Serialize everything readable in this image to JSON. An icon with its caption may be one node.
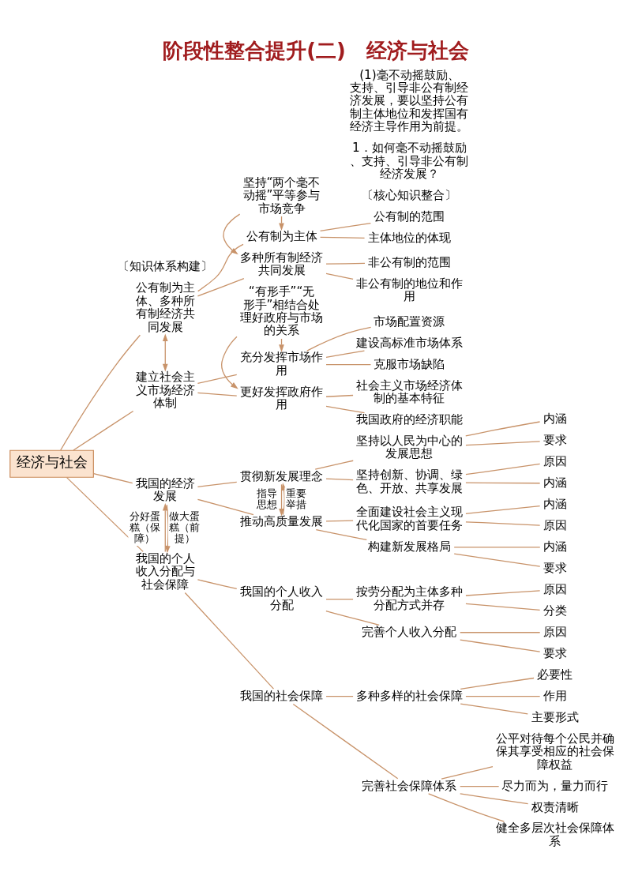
{
  "diagram": {
    "title": "阶段性整合提升(二)　经济与社会",
    "nodes": [
      {
        "text": [
          "经济与社会"
        ]
      },
      {
        "text": [
          "公有制为主体、多种所有制经济共同发展"
        ]
      },
      {
        "text": [
          "公有制为主体"
        ]
      },
      {
        "text": [
          "公有制的范围"
        ]
      },
      {
        "text": [
          "主体地位的体现"
        ]
      },
      {
        "text": [
          "坚持“两个毫不动摇”平等参与市场竞争"
        ]
      },
      {
        "text": [
          "多种所有制经济共同发展"
        ]
      },
      {
        "text": [
          "非公有制的范围"
        ]
      },
      {
        "text": [
          "非公有制的地位和作用"
        ]
      },
      {
        "text": [
          "建立社会主义市场经济体制"
        ]
      },
      {
        "text": [
          "充分发挥市场作用"
        ]
      },
      {
        "text": [
          "市场配置资源"
        ]
      },
      {
        "text": [
          "建设高标准市场体系"
        ]
      },
      {
        "text": [
          "克服市场缺陷"
        ]
      },
      {
        "text": [
          "“有形手”“无形手”相结合处理好政府与市场的关系"
        ]
      },
      {
        "text": [
          "更好发挥政府作用"
        ]
      },
      {
        "text": [
          "社会主义市场经济体制的基本特征"
        ]
      },
      {
        "text": [
          "我国政府的经济职能"
        ]
      },
      {
        "text": [
          "我国的经济发展"
        ]
      },
      {
        "text": [
          "贯彻新发展理念"
        ]
      },
      {
        "text": [
          "坚持以人民为中心的发展思想"
        ]
      },
      {
        "text": [
          "内涵"
        ]
      },
      {
        "text": [
          "要求"
        ]
      },
      {
        "text": [
          "坚持创新、协调、绿色、开放、共享发展"
        ]
      },
      {
        "text": [
          "原因"
        ]
      },
      {
        "text": [
          "内涵"
        ]
      },
      {
        "text": [
          "推动高质量发展"
        ]
      },
      {
        "text": [
          "全面建设社会主义现代化国家的首要任务"
        ]
      },
      {
        "text": [
          "内涵"
        ]
      },
      {
        "text": [
          "原因"
        ]
      },
      {
        "text": [
          "构建新发展格局"
        ]
      },
      {
        "text": [
          "内涵"
        ]
      },
      {
        "text": [
          "要求"
        ]
      },
      {
        "text": [
          "我国的个人收入分配与社会保障"
        ]
      },
      {
        "text": [
          "我国的个人收入分配"
        ]
      },
      {
        "text": [
          "按劳分配为主体多种分配方式并存"
        ]
      },
      {
        "text": [
          "原因"
        ]
      },
      {
        "text": [
          "分类"
        ]
      },
      {
        "text": [
          "完善个人收入分配"
        ]
      },
      {
        "text": [
          "原因"
        ]
      },
      {
        "text": [
          "要求"
        ]
      },
      {
        "text": [
          "我国的社会保障"
        ]
      },
      {
        "text": [
          "多种多样的社会保障"
        ]
      },
      {
        "text": [
          "必要性"
        ]
      },
      {
        "text": [
          "作用"
        ]
      },
      {
        "text": [
          "主要形式"
        ]
      },
      {
        "text": [
          "完善社会保障体系"
        ]
      },
      {
        "text": [
          "公平对待每个公民并确保其享受相应的社会保障权益"
        ]
      },
      {
        "text": [
          "尽力而为，量力而行"
        ]
      },
      {
        "text": [
          "权责清晰"
        ]
      },
      {
        "text": [
          "健全多层次社会保障体系"
        ]
      }
    ],
    "edges": [
      {
        "from": 0,
        "to": 1,
        "arrow": "none"
      },
      {
        "from": 0,
        "to": 9,
        "arrow": "none"
      },
      {
        "from": 0,
        "to": 18,
        "arrow": "none"
      },
      {
        "from": 0,
        "to": 33,
        "arrow": "none"
      },
      {
        "from": 1,
        "to": 2,
        "arrow": "none"
      },
      {
        "from": 1,
        "to": 6,
        "arrow": "none"
      },
      {
        "from": 2,
        "to": 3,
        "arrow": "none"
      },
      {
        "from": 2,
        "to": 4,
        "arrow": "none"
      },
      {
        "from": 5,
        "to": 2,
        "arrow": "to"
      },
      {
        "from": 5,
        "to": 6,
        "arrow": "to"
      },
      {
        "from": 6,
        "to": 7,
        "arrow": "none"
      },
      {
        "from": 6,
        "to": 8,
        "arrow": "none"
      },
      {
        "from": 1,
        "to": 9,
        "arrow": "both"
      },
      {
        "from": 9,
        "to": 10,
        "arrow": "none"
      },
      {
        "from": 9,
        "to": 15,
        "arrow": "none"
      },
      {
        "from": 10,
        "to": 11,
        "arrow": "none"
      },
      {
        "from": 10,
        "to": 12,
        "arrow": "none"
      },
      {
        "from": 10,
        "to": 13,
        "arrow": "none"
      },
      {
        "from": 14,
        "to": 10,
        "arrow": "to"
      },
      {
        "from": 14,
        "to": 15,
        "arrow": "to"
      },
      {
        "from": 15,
        "to": 16,
        "arrow": "none"
      },
      {
        "from": 15,
        "to": 17,
        "arrow": "none"
      },
      {
        "from": 18,
        "to": 19,
        "arrow": "none"
      },
      {
        "from": 18,
        "to": 26,
        "arrow": "none"
      },
      {
        "from": 19,
        "to": 20,
        "arrow": "none"
      },
      {
        "from": 19,
        "to": 23,
        "arrow": "none"
      },
      {
        "from": 20,
        "to": 21,
        "arrow": "none"
      },
      {
        "from": 20,
        "to": 22,
        "arrow": "none"
      },
      {
        "from": 23,
        "to": 24,
        "arrow": "none"
      },
      {
        "from": 23,
        "to": 25,
        "arrow": "none"
      },
      {
        "from": 19,
        "to": 26,
        "arrow": "to",
        "label": "指导思想"
      },
      {
        "from": 26,
        "to": 19,
        "arrow": "to",
        "label": "重要举措"
      },
      {
        "from": 26,
        "to": 27,
        "arrow": "none"
      },
      {
        "from": 26,
        "to": 30,
        "arrow": "none"
      },
      {
        "from": 27,
        "to": 28,
        "arrow": "none"
      },
      {
        "from": 27,
        "to": 29,
        "arrow": "none"
      },
      {
        "from": 30,
        "to": 31,
        "arrow": "none"
      },
      {
        "from": 30,
        "to": 32,
        "arrow": "none"
      },
      {
        "from": 33,
        "to": 18,
        "arrow": "to",
        "label": "分好蛋糕（保障）"
      },
      {
        "from": 18,
        "to": 33,
        "arrow": "to",
        "label": "做大蛋糕（前提）"
      },
      {
        "from": 33,
        "to": 34,
        "arrow": "none"
      },
      {
        "from": 33,
        "to": 41,
        "arrow": "none"
      },
      {
        "from": 34,
        "to": 35,
        "arrow": "none"
      },
      {
        "from": 34,
        "to": 38,
        "arrow": "none"
      },
      {
        "from": 35,
        "to": 36,
        "arrow": "none"
      },
      {
        "from": 35,
        "to": 37,
        "arrow": "none"
      },
      {
        "from": 38,
        "to": 39,
        "arrow": "none"
      },
      {
        "from": 38,
        "to": 40,
        "arrow": "none"
      },
      {
        "from": 41,
        "to": 42,
        "arrow": "none"
      },
      {
        "from": 41,
        "to": 46,
        "arrow": "none"
      },
      {
        "from": 42,
        "to": 43,
        "arrow": "none"
      },
      {
        "from": 42,
        "to": 44,
        "arrow": "none"
      },
      {
        "from": 42,
        "to": 45,
        "arrow": "none"
      },
      {
        "from": 46,
        "to": 47,
        "arrow": "none"
      },
      {
        "from": 46,
        "to": 48,
        "arrow": "none"
      },
      {
        "from": 46,
        "to": 49,
        "arrow": "none"
      },
      {
        "from": 46,
        "to": 50,
        "arrow": "none"
      }
    ],
    "labels": [
      "〔知识体系构建〕",
      "〔核心知识整合〕",
      "1．如何毫不动摇鼓励、支持、引导非公有制经济发展？",
      "(1)毫不动摇鼓励、支持、引导非公有制经济发展，要以坚持公有制主体地位和发挥国有经济主导作用为前提。"
    ]
  }
}
